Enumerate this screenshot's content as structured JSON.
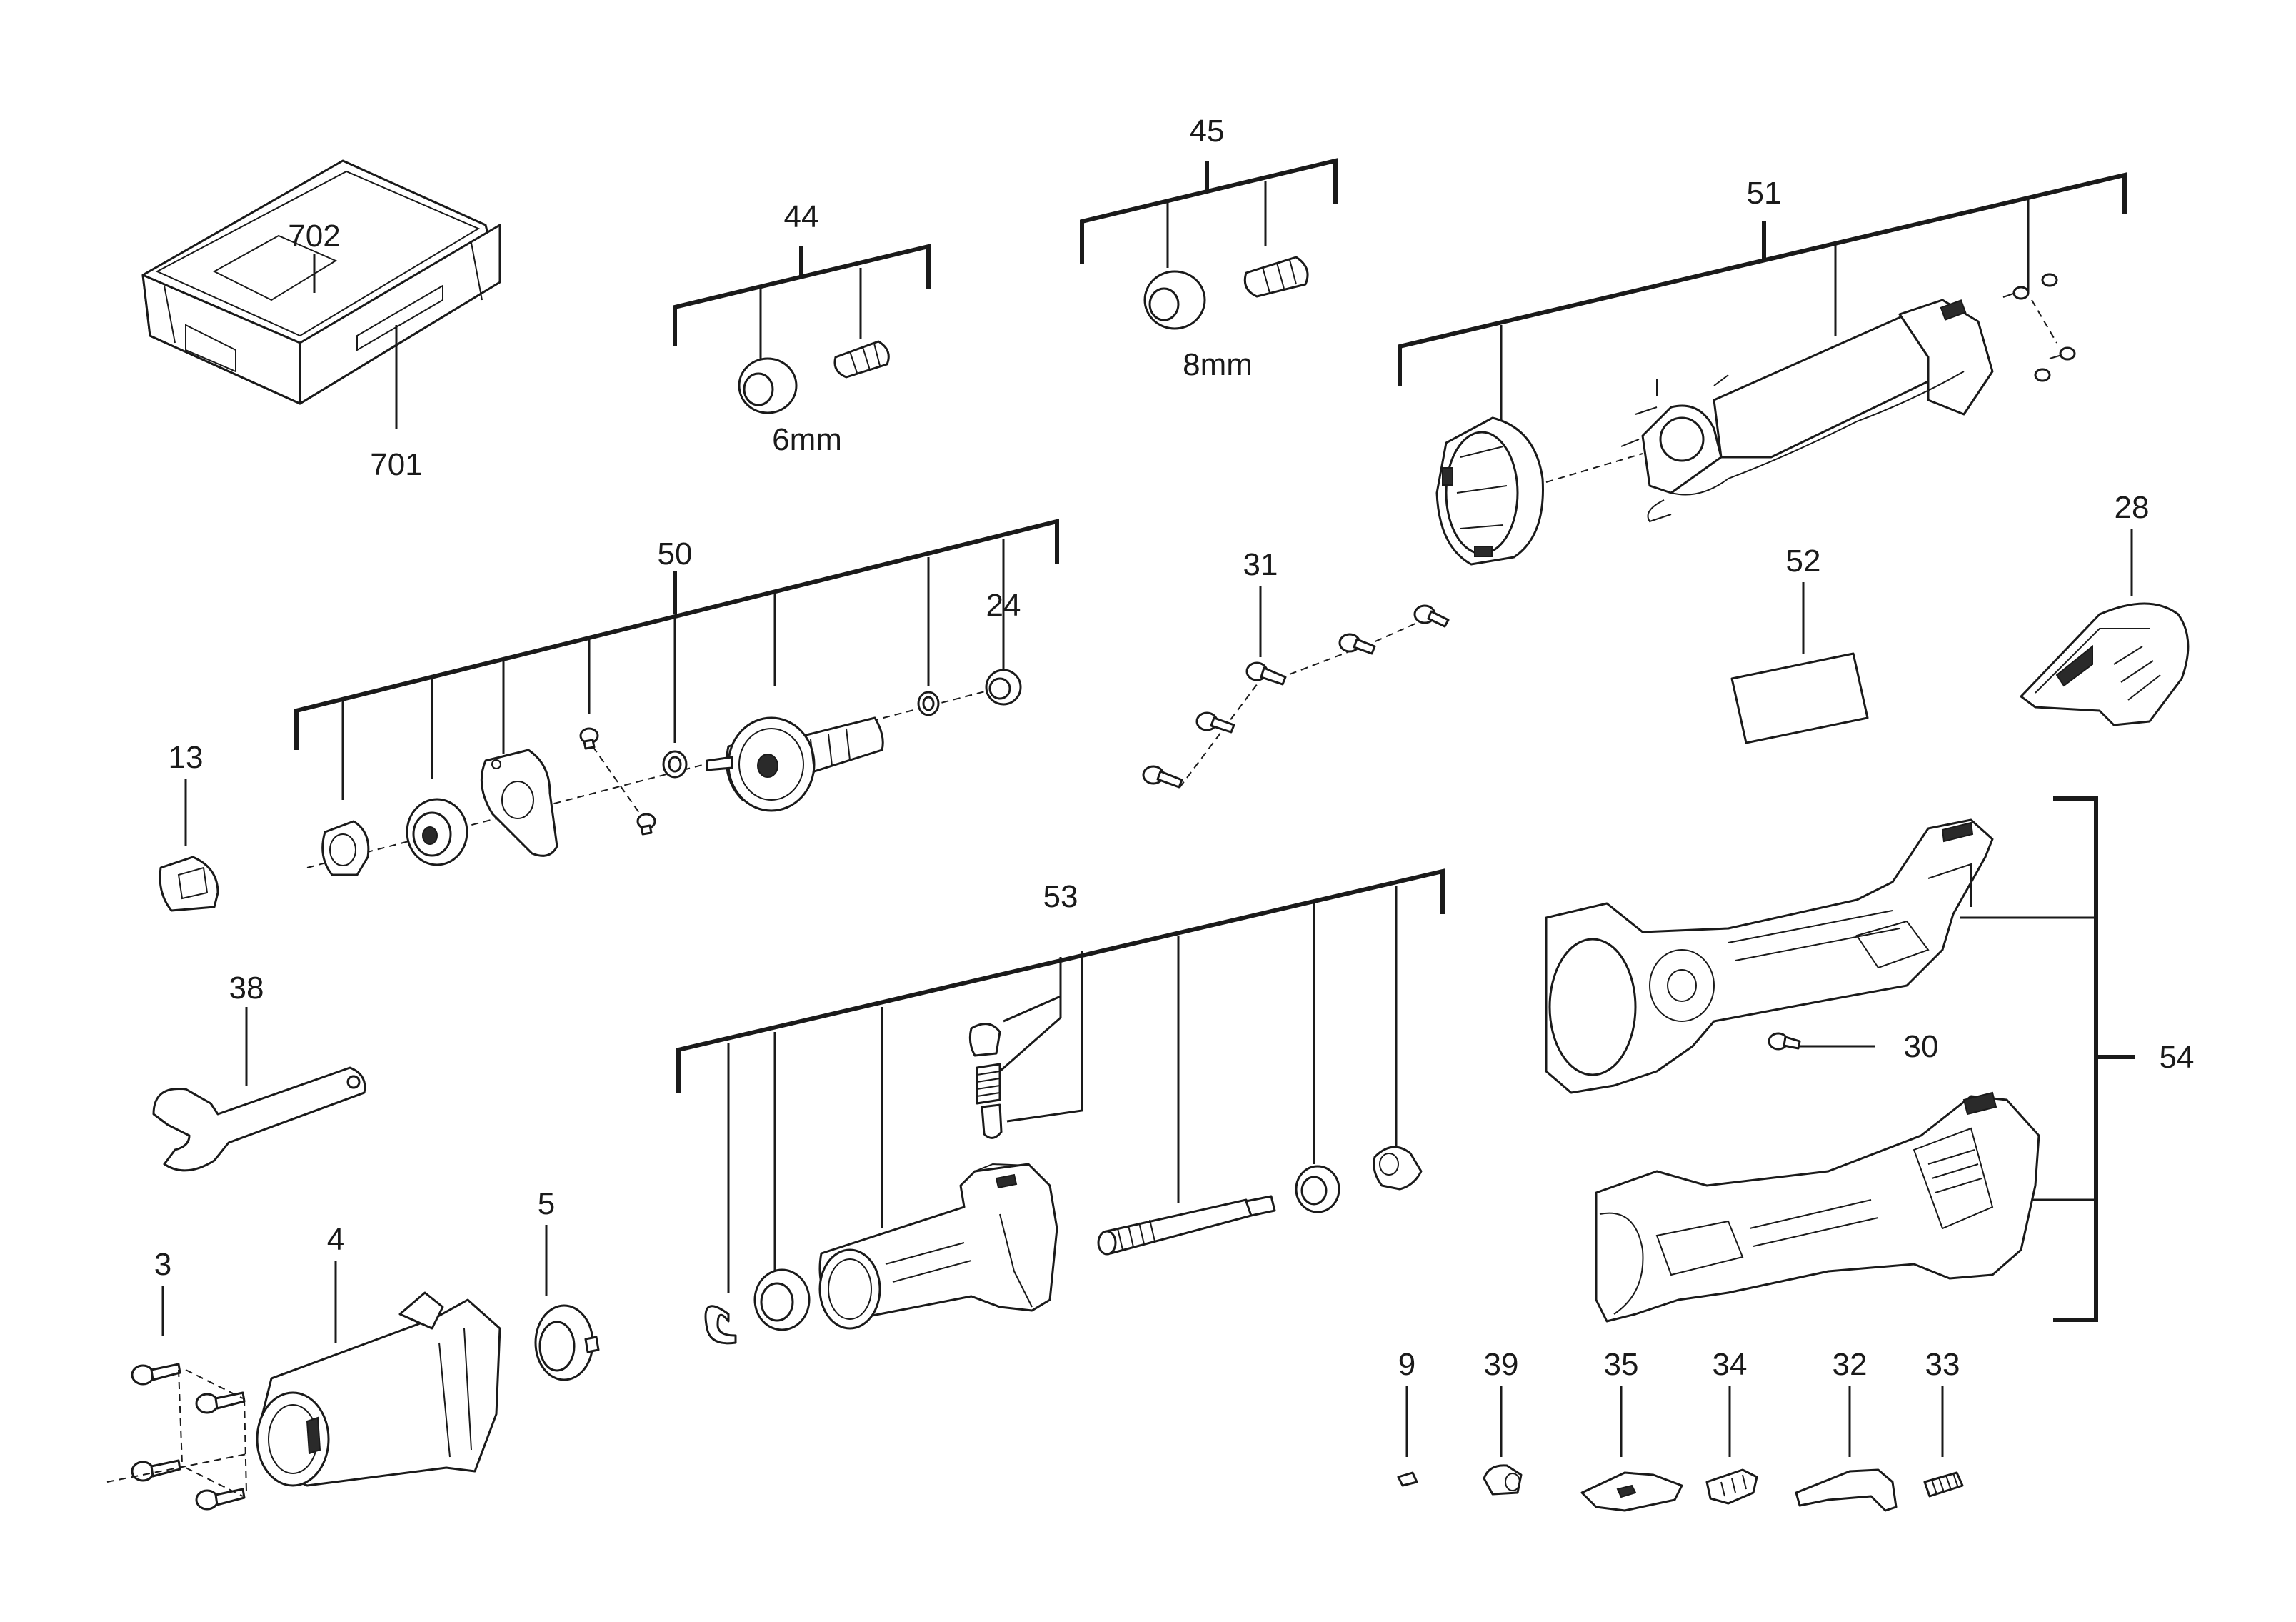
{
  "labels": {
    "p3": "3",
    "p4": "4",
    "p5": "5",
    "p9": "9",
    "p13": "13",
    "p24": "24",
    "p28": "28",
    "p30": "30",
    "p31": "31",
    "p32": "32",
    "p33": "33",
    "p34": "34",
    "p35": "35",
    "p38": "38",
    "p39": "39",
    "p44": "44",
    "p45": "45",
    "p50": "50",
    "p51": "51",
    "p52": "52",
    "p53": "53",
    "p54": "54",
    "p701": "701",
    "p702": "702"
  },
  "sizes": {
    "collet_6mm": "6mm",
    "collet_8mm": "8mm"
  }
}
